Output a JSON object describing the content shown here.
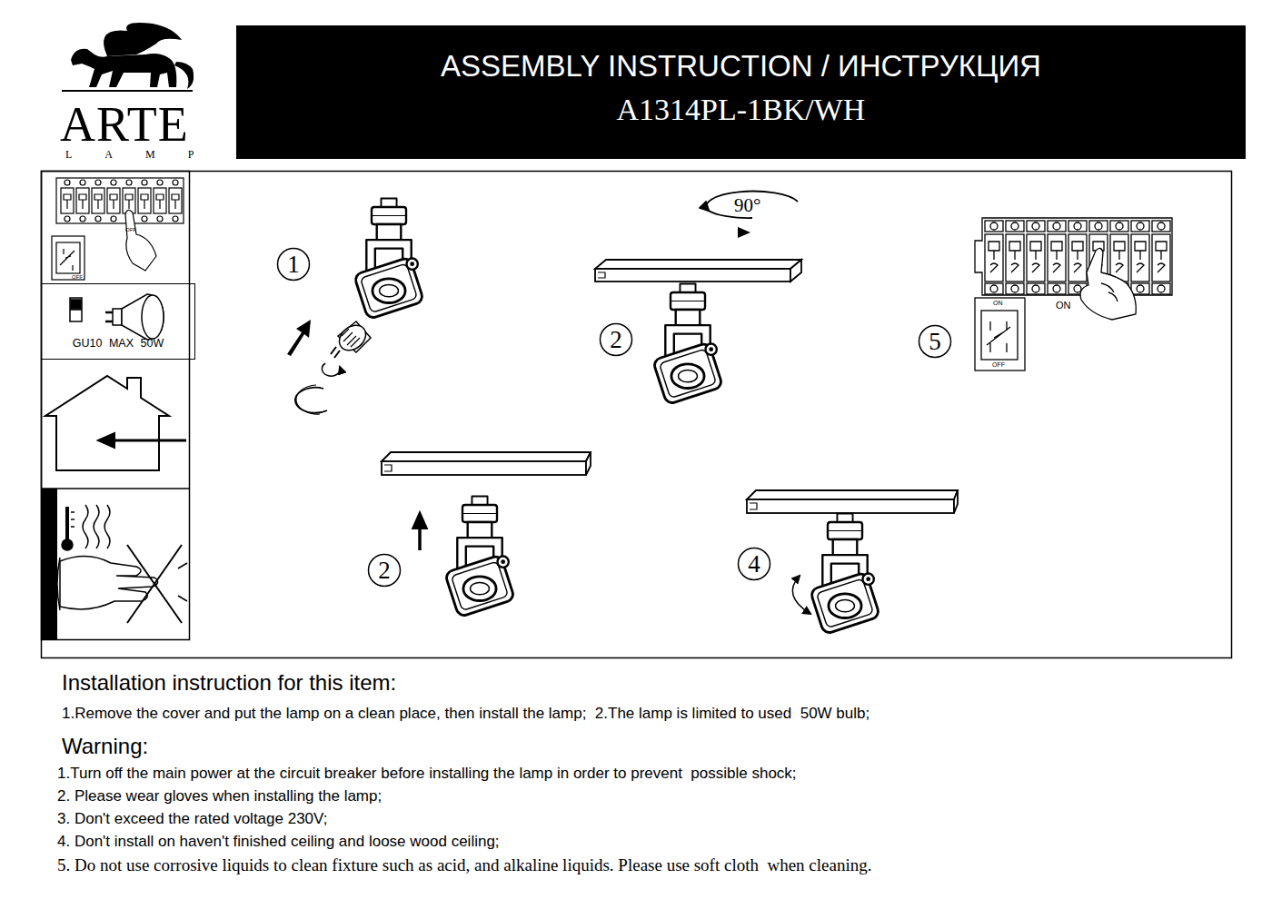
{
  "diagram": {
    "nodes": [
      {
        "text": [
          "ASSEMBLY INSTRUCTION / ИНСТРУКЦИЯ",
          "A1314PL-1BK/WH"
        ]
      },
      {
        "text": [
          "OFF",
          "OFF"
        ]
      },
      {
        "text": [
          "GU10 MAX 50W"
        ]
      },
      {
        "text": [
          "1"
        ]
      },
      {
        "text": [
          "2"
        ]
      },
      {
        "text": [
          "5"
        ]
      },
      {
        "text": [
          "2"
        ]
      },
      {
        "text": [
          "4"
        ]
      }
    ],
    "labels": [
      "ARTE",
      "LAMP",
      "90°",
      "ON",
      "ON",
      "OFF",
      "Installation instruction for this item:",
      "1.Remove the cover and put the lamp on a clean place, then install the lamp;  2.The lamp is limited to used  50W bulb;",
      "Warning:",
      "1.Turn off the main power at the circuit breaker before installing the lamp in order to prevent  possible shock;",
      "2. Please wear gloves when installing the lamp;",
      "3. Don't exceed the rated voltage 230V;",
      "4. Don't install on haven't finished ceiling and loose wood ceiling;",
      "5. Do not use corrosive liquids to clean fixture such as acid, and alkaline liquids. Please use soft cloth  when cleaning."
    ]
  }
}
